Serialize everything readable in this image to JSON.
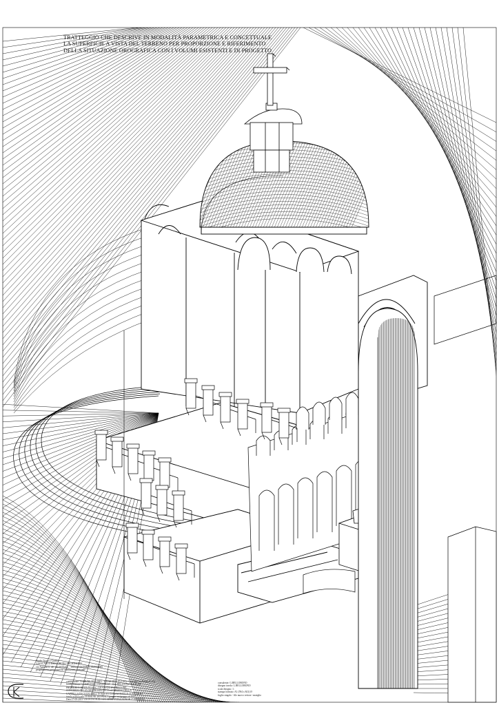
{
  "caption": {
    "lines": [
      "TRATTEGGIO CHE DESCRIVE IN MODALITÀ PARAMETRICA E  CONCETTUALE",
      "LA SUPERFICIE A VISTA DEL TERRENO PER PROPORZIONE E RIFERIMENTO",
      "DELLA SITUAZIONE OROGRAFICA CON I VOLUMI ESISTENTI E DI PROGETTO"
    ]
  },
  "title_block": {
    "left_lines": [
      "Studio Tecnico Grafico",
      "GIANCARLO BELLOBONO ARCHITETTO",
      "via Appiano n. 40 - 00100 Roma - Telefono 06/000000 06/0000000",
      "progettazione                  presentazione         restituzione domande"
    ],
    "mid_lines": [
      "committente: COMUNE DI ROMA - MUNICIPIO XVI (ex) - Quartiere La Pisana (C.so)",
      "localizzazione: COMPLESSO VIPERELLE - VIA DELLA PISANA N.340",
      "PROPRIETÀ ISTITUTO SAC. GIOVANNI FANIRACONE",
      "CONCERTO DI LAVORI PROSPETTICO ed ARREDO DELLA",
      "CAPPELLA DI CULTO DELL'ISTITUTO CONSACRATO E CUSTODITO",
      "tavola n.004  scala  VERSIONI  2019 vers.1      gruppo ore/gruppo di ESS",
      "Data 27-09-2019                     VISTA DA SUD CON ABBIETTIVA NONOR 3\" FERRERO"
    ],
    "right_lines": [
      "consulente: G.BELLOBONO",
      "disegno tavola: L.BELLOBONO",
      "scala disegno: 1:",
      "stampa formato: A1 (594 x 841) Ø",
      "foglio singolo - file nuovo vettore -rasteglio"
    ]
  }
}
